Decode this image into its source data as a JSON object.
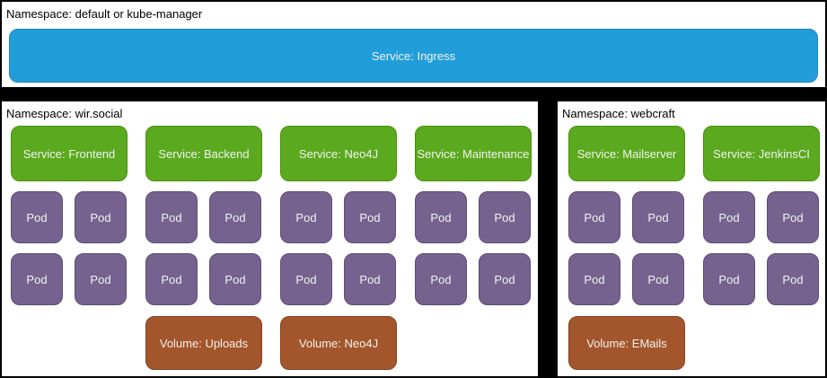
{
  "colors": {
    "page_background": "#000000",
    "namespace_background": "#ffffff",
    "namespace_border": "#000000",
    "ingress_service_fill": "#219ed9",
    "service_fill": "#5ba91e",
    "pod_fill": "#75628e",
    "volume_fill": "#a3552b",
    "box_text": "#f2f2f2",
    "label_text": "#000000"
  },
  "namespaces": [
    {
      "label": "Namespace: default or kube-manager",
      "ingress_service": "Service: Ingress"
    },
    {
      "label": "Namespace: wir.social",
      "columns": [
        {
          "service": "Service: Frontend",
          "pods": [
            "Pod",
            "Pod",
            "Pod",
            "Pod"
          ]
        },
        {
          "service": "Service: Backend",
          "pods": [
            "Pod",
            "Pod",
            "Pod",
            "Pod"
          ],
          "volume": "Volume: Uploads"
        },
        {
          "service": "Service: Neo4J",
          "pods": [
            "Pod",
            "Pod",
            "Pod",
            "Pod"
          ],
          "volume": "Volume: Neo4J"
        },
        {
          "service": "Service: Maintenance",
          "pods": [
            "Pod",
            "Pod",
            "Pod",
            "Pod"
          ]
        }
      ]
    },
    {
      "label": "Namespace: webcraft",
      "columns": [
        {
          "service": "Service: Mailserver",
          "pods": [
            "Pod",
            "Pod",
            "Pod",
            "Pod"
          ],
          "volume": "Volume: EMails"
        },
        {
          "service": "Service: JenkinsCI",
          "pods": [
            "Pod",
            "Pod",
            "Pod",
            "Pod"
          ]
        }
      ]
    }
  ]
}
